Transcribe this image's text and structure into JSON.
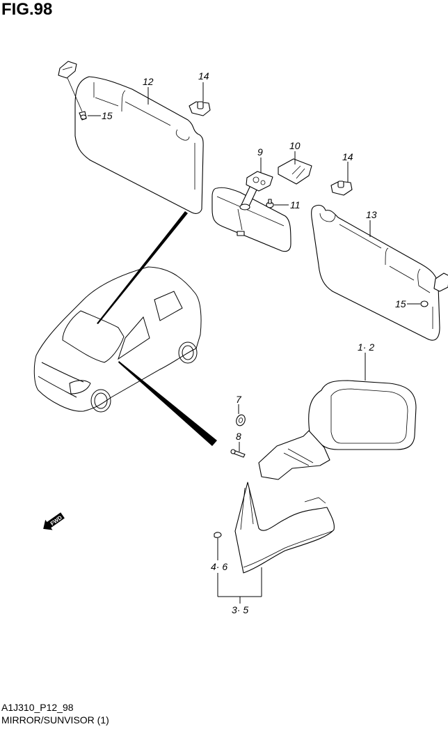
{
  "figure": {
    "title": "FIG.98",
    "code": "A1J310_P12_98",
    "name": "MIRROR/SUNVISOR (1)"
  },
  "callouts": [
    {
      "id": "12",
      "part": "sunvisor-driver"
    },
    {
      "id": "14",
      "part": "sunvisor-holder-left"
    },
    {
      "id": "15",
      "part": "sunvisor-screw-left"
    },
    {
      "id": "9",
      "part": "inside-mirror-mount"
    },
    {
      "id": "10",
      "part": "mirror-cover"
    },
    {
      "id": "14",
      "part": "sunvisor-holder-right"
    },
    {
      "id": "11",
      "part": "mirror-screw"
    },
    {
      "id": "13",
      "part": "sunvisor-passenger"
    },
    {
      "id": "15",
      "part": "sunvisor-screw-right"
    },
    {
      "id": "1· 2",
      "part": "outside-mirror"
    },
    {
      "id": "7",
      "part": "washer"
    },
    {
      "id": "8",
      "part": "screw"
    },
    {
      "id": "4· 6",
      "part": "clip"
    },
    {
      "id": "3· 5",
      "part": "mirror-garnish"
    }
  ],
  "fwd_badge": "FWD"
}
